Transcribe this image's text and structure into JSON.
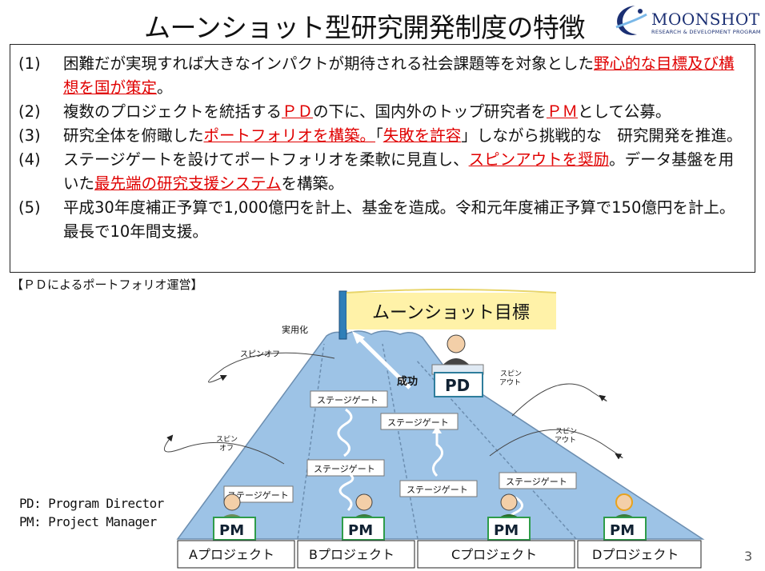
{
  "title": "ムーンショット型研究開発制度の特徴",
  "logo": {
    "name": "MOONSHOT",
    "tagline": "RESEARCH & DEVELOPMENT PROGRAM"
  },
  "features": [
    {
      "num": "(1)",
      "parts": [
        {
          "t": "困難だが実現すれば大きなインパクトが期待される社会課題等を対象とした"
        },
        {
          "t": "野心的な目標及び構想を国が策定",
          "hl": true
        },
        {
          "t": "。"
        }
      ]
    },
    {
      "num": "(2)",
      "parts": [
        {
          "t": "複数のプロジェクトを統括する"
        },
        {
          "t": "ＰＤ",
          "hl": true
        },
        {
          "t": "の下に、国内外のトップ研究者を"
        },
        {
          "t": "ＰＭ",
          "hl": true
        },
        {
          "t": "として公募。"
        }
      ]
    },
    {
      "num": "(3)",
      "parts": [
        {
          "t": "研究全体を俯瞰した"
        },
        {
          "t": "ポートフォリオを構築。",
          "hl": true
        },
        {
          "t": "「"
        },
        {
          "t": "失敗を許容",
          "hl": true
        },
        {
          "t": "」しながら挑戦的な　研究開発を推進。"
        }
      ]
    },
    {
      "num": "(4)",
      "parts": [
        {
          "t": "ステージゲートを設けてポートフォリオを柔軟に見直し、"
        },
        {
          "t": "スピンアウトを奨励",
          "hl": true
        },
        {
          "t": "。データ基盤を用いた"
        },
        {
          "t": "最先端の研究支援システム",
          "hl": true
        },
        {
          "t": "を構築。"
        }
      ]
    },
    {
      "num": "(5)",
      "parts": [
        {
          "t": "平成30年度補正予算で1,000億円を計上、基金を造成。令和元年度補正予算で150億円を計上。最長で10年間支援。"
        }
      ]
    }
  ],
  "section_label": "【ＰＤによるポートフォリオ運営】",
  "diagram": {
    "goal_flag": "ムーンショット目標",
    "summit_label": "実用化",
    "success_label": "成功",
    "pd_label": "PD",
    "pm_label": "PM",
    "stage_gate_label": "ステージゲート",
    "spin_off_label": "スピンオフ",
    "spin_off_vertical": [
      "スピン",
      "オフ"
    ],
    "spin_out_vertical": [
      "スピン",
      "アウト"
    ],
    "projects": [
      "Aプロジェクト",
      "Bプロジェクト",
      "Cプロジェクト",
      "Dプロジェクト"
    ]
  },
  "legend": {
    "pd": "PD: Program Director",
    "pm": "PM: Project Manager"
  },
  "page_number": "3",
  "colors": {
    "highlight": "#e00000",
    "mountain": "#9dc3e6",
    "flag": "#fff2a8",
    "pm_border": "#2e9c4a",
    "pd_border": "#2e7d9c"
  }
}
